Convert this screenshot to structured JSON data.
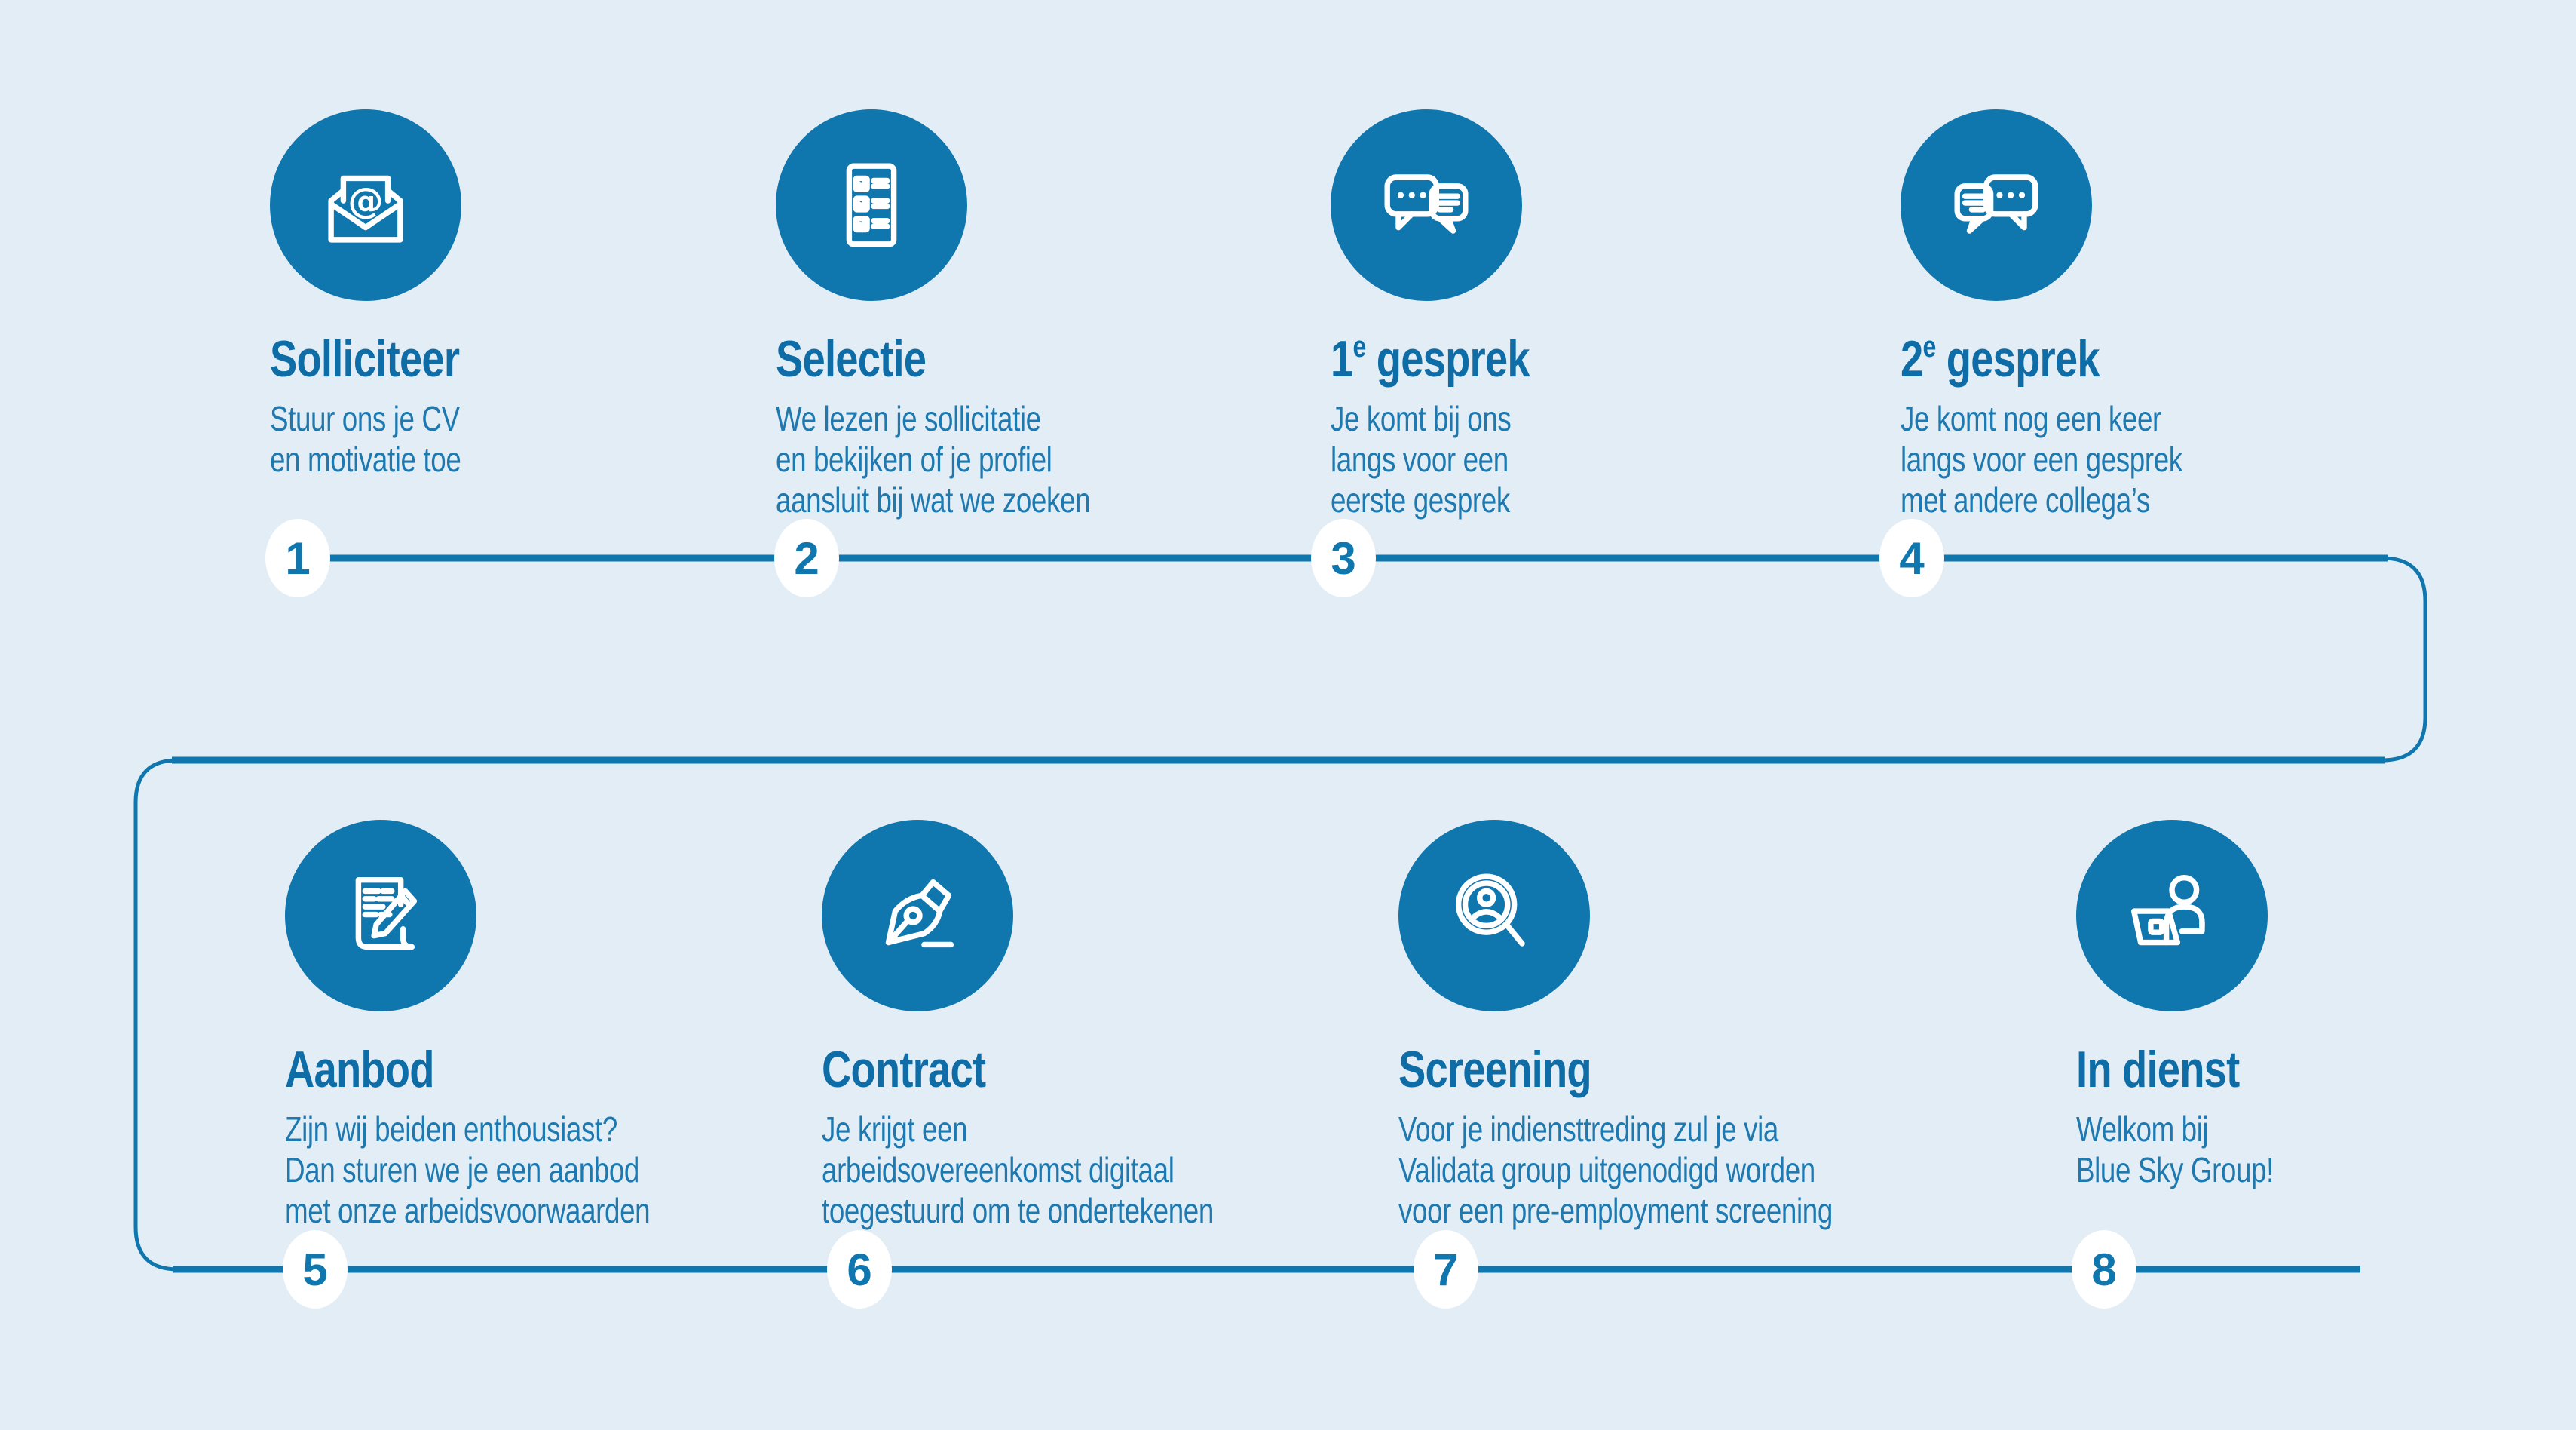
{
  "colors": {
    "background": "#E2EDF5",
    "accent": "#1076AE",
    "title_text": "#0E6CA7",
    "body_text": "#1E79B0",
    "badge_bg": "#FFFFFF",
    "icon_stroke": "#FFFFFF"
  },
  "steps": [
    {
      "number": "1",
      "title_pre": "Solliciteer",
      "title_sup": "",
      "title_post": "",
      "description": "Stuur ons je CV\nen motivatie toe",
      "icon": "mail-at-icon"
    },
    {
      "number": "2",
      "title_pre": "Selectie",
      "title_sup": "",
      "title_post": "",
      "description": "We lezen je sollicitatie\nen bekijken of je profiel\naansluit bij wat we zoeken",
      "icon": "checklist-icon"
    },
    {
      "number": "3",
      "title_pre": "1",
      "title_sup": "e",
      "title_post": " gesprek",
      "description": "Je komt bij ons\nlangs voor een\neerste gesprek",
      "icon": "chat-bubbles-icon"
    },
    {
      "number": "4",
      "title_pre": "2",
      "title_sup": "e",
      "title_post": " gesprek",
      "description": "Je komt nog een keer\nlangs voor een gesprek\nmet andere collega’s",
      "icon": "chat-bubbles-mirrored-icon"
    },
    {
      "number": "5",
      "title_pre": "Aanbod",
      "title_sup": "",
      "title_post": "",
      "description": "Zijn wij beiden enthousiast?\nDan sturen we je een aanbod\nmet onze arbeidsvoorwaarden",
      "icon": "offer-document-icon"
    },
    {
      "number": "6",
      "title_pre": "Contract",
      "title_sup": "",
      "title_post": "",
      "description": "Je krijgt een\narbeidsovereenkomst digitaal\ntoegestuurd om te ondertekenen",
      "icon": "pen-nib-icon"
    },
    {
      "number": "7",
      "title_pre": "Screening",
      "title_sup": "",
      "title_post": "",
      "description": "Voor je indiensttreding zul je via\nValidata group uitgenodigd worden\nvoor een pre-employment screening",
      "icon": "magnifier-person-icon"
    },
    {
      "number": "8",
      "title_pre": "In dienst",
      "title_sup": "",
      "title_post": "",
      "description": "Welkom bij\nBlue Sky Group!",
      "icon": "person-laptop-icon"
    }
  ]
}
